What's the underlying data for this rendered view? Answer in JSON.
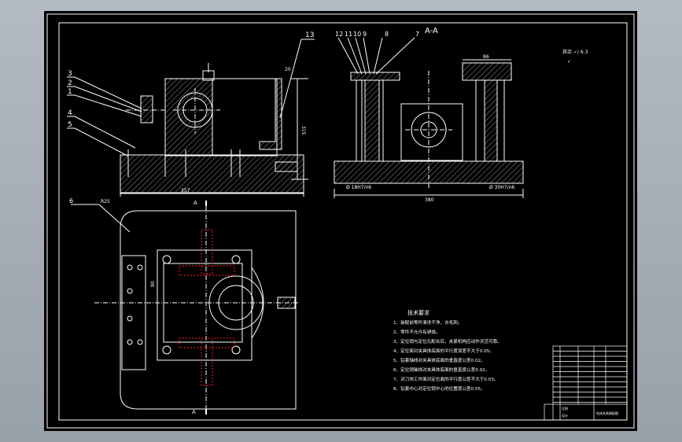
{
  "colors": {
    "background": "#aeb5bf",
    "canvas": "#000000",
    "line": "#ffffff",
    "accent": "#ff2020",
    "hatch": "#b8b8b8"
  },
  "front_view": {
    "balloons": [
      "3",
      "2",
      "1",
      "4",
      "5"
    ],
    "top_balloon": "13",
    "dim_height": "315",
    "dim_width": "357",
    "dim_small": "20"
  },
  "section_view": {
    "title": "A-A",
    "balloons": [
      "12",
      "11",
      "10",
      "9",
      "8",
      "7"
    ],
    "dim_top": "86",
    "dim_width": "380",
    "fit_left": "Ø 18H7/n6",
    "fit_right": "Ø 30H7/n6"
  },
  "plan_view": {
    "balloon": "6",
    "radius_label": "R25",
    "cut_marker_top": "A",
    "cut_marker_bottom": "A",
    "dim_vertical": "90"
  },
  "roughness_note": {
    "line1": "其余 ✓/ 6.3",
    "line2": "✓"
  },
  "tech_requirements": {
    "title": "技术要求",
    "items": [
      "1、装配前零件清洗干净，去毛刺。",
      "2、零件不允许有锈蚀。",
      "3、定位销与定位孔配合后，夹紧机构应动作灵活可靠。",
      "4、定位面对夹具体底面的平行度误差不大于0.05。",
      "5、钻套轴线对夹具体底面的垂直度公差0.02。",
      "6、定位销轴线对夹具体底面的垂直度公差0.02。",
      "7、对刀块工作面对定位面的平行度公差不大于0.03。",
      "8、钻套中心对定位销中心的位置度公差0.05。"
    ]
  },
  "title_block": {
    "drawing_name": "钻床夹具装配图",
    "scale_label": "比例",
    "designer_label": "设计"
  }
}
